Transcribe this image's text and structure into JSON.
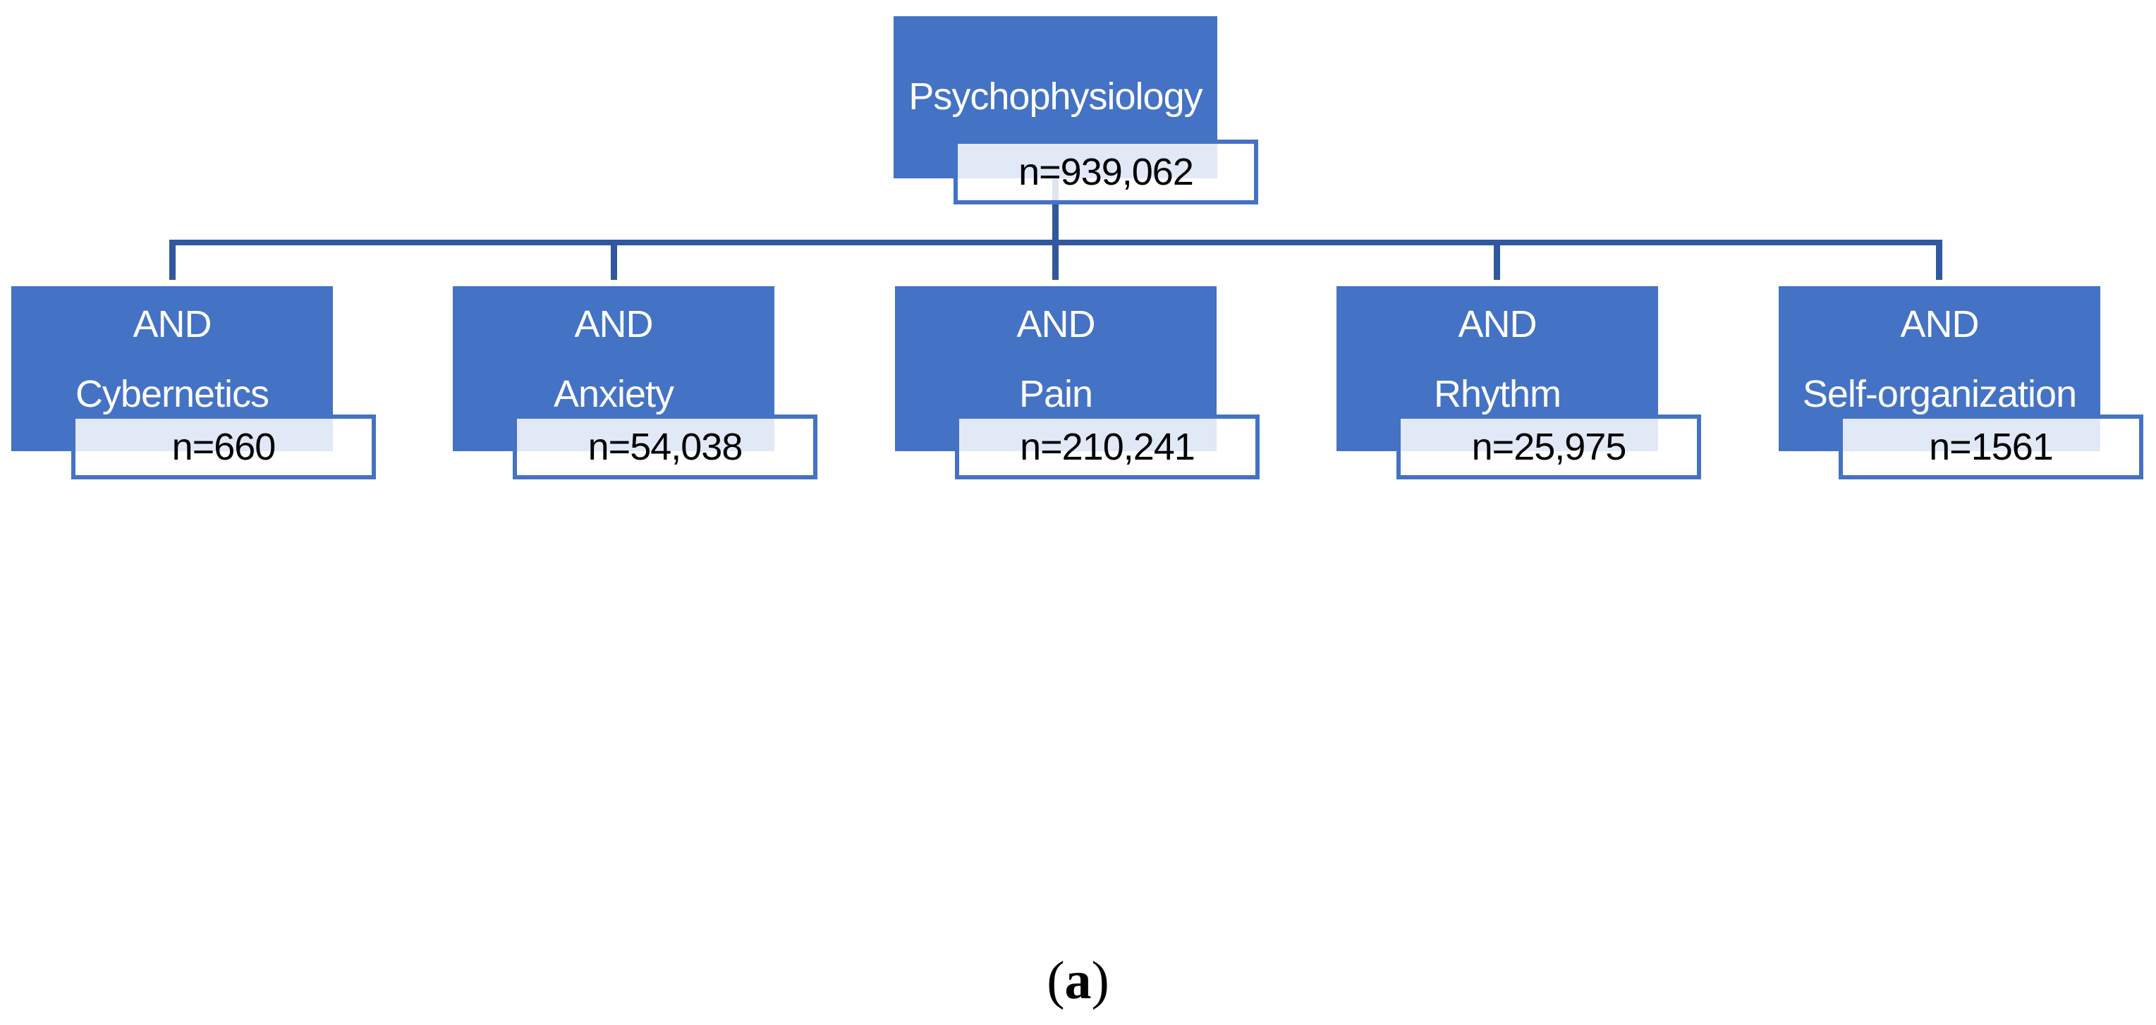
{
  "figure": {
    "type": "search-strategy-flowchart",
    "caption": {
      "open": "(",
      "label": "a",
      "close": ")"
    }
  },
  "palette": {
    "node_fill": "#4472C4",
    "connector_line": "#31579E",
    "count_box_border": "#4472C4",
    "count_box_fill": "rgba(255,255,255,0.84)",
    "node_text": "#FFFFFF",
    "count_text": "#000000"
  },
  "tree": {
    "root": {
      "label": "Psychophysiology",
      "count": "n=939,062"
    },
    "children": [
      {
        "operator": "AND",
        "term": "Cybernetics",
        "count": "n=660"
      },
      {
        "operator": "AND",
        "term": "Anxiety",
        "count": "n=54,038"
      },
      {
        "operator": "AND",
        "term": "Pain",
        "count": "n=210,241"
      },
      {
        "operator": "AND",
        "term": "Rhythm",
        "count": "n=25,975"
      },
      {
        "operator": "AND",
        "term": "Self-organization",
        "count": "n=1561"
      }
    ]
  }
}
